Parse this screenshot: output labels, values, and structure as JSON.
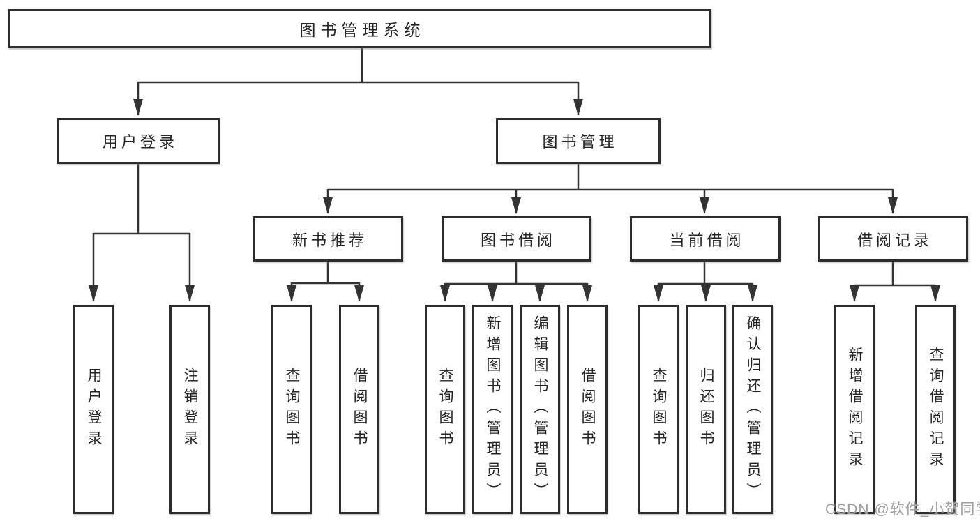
{
  "diagram": {
    "kind": "functional-structure-tree",
    "root": {
      "label": "图书管理系统"
    },
    "level2": [
      {
        "id": "user-login",
        "label": "用户登录"
      },
      {
        "id": "book-management",
        "label": "图书管理"
      }
    ],
    "level3": [
      {
        "id": "new-book-recommend",
        "parent": "book-management",
        "label": "新书推荐"
      },
      {
        "id": "book-borrow",
        "parent": "book-management",
        "label": "图书借阅"
      },
      {
        "id": "current-borrow",
        "parent": "book-management",
        "label": "当前借阅"
      },
      {
        "id": "borrow-records",
        "parent": "book-management",
        "label": "借阅记录"
      }
    ],
    "leaves": [
      {
        "parent": "user-login",
        "label": "用户登录"
      },
      {
        "parent": "user-login",
        "label": "注销登录"
      },
      {
        "parent": "new-book-recommend",
        "label": "查询图书"
      },
      {
        "parent": "new-book-recommend",
        "label": "借阅图书"
      },
      {
        "parent": "book-borrow",
        "label": "查询图书"
      },
      {
        "parent": "book-borrow",
        "label": "新增图书（管理员）"
      },
      {
        "parent": "book-borrow",
        "label": "编辑图书（管理员）"
      },
      {
        "parent": "book-borrow",
        "label": "借阅图书"
      },
      {
        "parent": "current-borrow",
        "label": "查询图书"
      },
      {
        "parent": "current-borrow",
        "label": "归还图书"
      },
      {
        "parent": "current-borrow",
        "label": "确认归还（管理员）"
      },
      {
        "parent": "borrow-records",
        "label": "新增借阅记录"
      },
      {
        "parent": "borrow-records",
        "label": "查询借阅记录"
      }
    ],
    "watermark": "CSDN @软件_小贺同学",
    "colors": {
      "line": "#333333",
      "box_border": "#2d2d2d",
      "text": "#262626",
      "background": "#ffffff",
      "watermark": "#9e9e9e"
    }
  }
}
